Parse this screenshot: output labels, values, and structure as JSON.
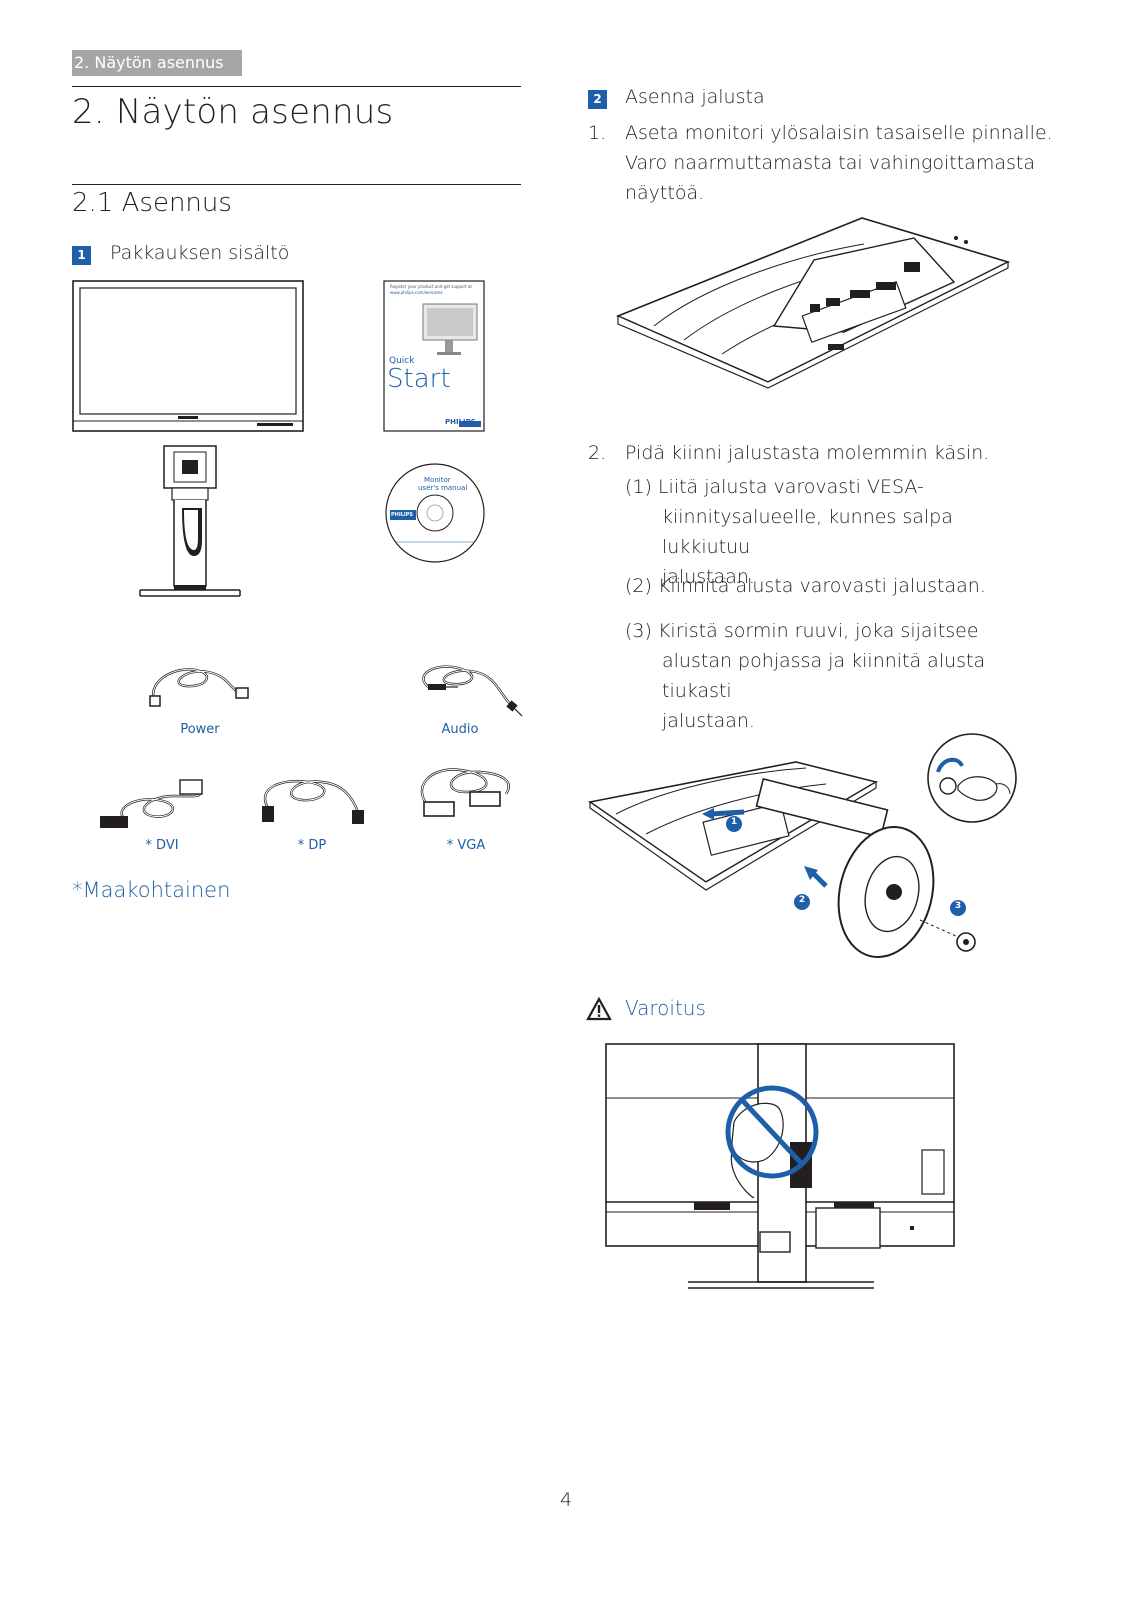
{
  "header": {
    "breadcrumb": "2. Näytön asennus"
  },
  "title": "2. Näytön asennus",
  "section": "2.1 Asennus",
  "left": {
    "step_number": "1",
    "step_title": "Pakkauksen sisältö",
    "quickstart": {
      "top_line": "Register your product and get support at",
      "url": "www.philips.com/welcome",
      "quick": "Quick",
      "start": "Start",
      "brand": "PHILIPS"
    },
    "cd": {
      "title": "Monitor",
      "subtitle": "user's manual",
      "brand": "PHILIPS"
    },
    "cables": [
      {
        "label": "Power"
      },
      {
        "label": "Audio"
      },
      {
        "label": "* DVI"
      },
      {
        "label": "* DP"
      },
      {
        "label": "* VGA"
      }
    ],
    "note": "*Maakohtainen"
  },
  "right": {
    "step_number": "2",
    "step_title": "Asenna jalusta",
    "step1": {
      "num": "1.",
      "lines": [
        "Aseta monitori ylösalaisin tasaiselle pinnalle.",
        "Varo naarmuttamasta tai vahingoittamasta",
        "näyttöä."
      ]
    },
    "step2": {
      "num": "2.",
      "line": "Pidä kiinni jalustasta molemmin käsin.",
      "sub1": [
        "(1) Liitä jalusta varovasti VESA-",
        "kiinnitysalueelle, kunnes salpa lukkiutuu",
        "jalustaan."
      ],
      "sub2": [
        "(2) Kiinnitä alusta varovasti jalustaan."
      ],
      "sub3": [
        "(3) Kiristä sormin ruuvi, joka sijaitsee",
        "alustan pohjassa ja kiinnitä alusta tiukasti",
        "jalustaan."
      ]
    },
    "badges": [
      "1",
      "2",
      "3"
    ],
    "warning": "Varoitus"
  },
  "page_number": "4"
}
